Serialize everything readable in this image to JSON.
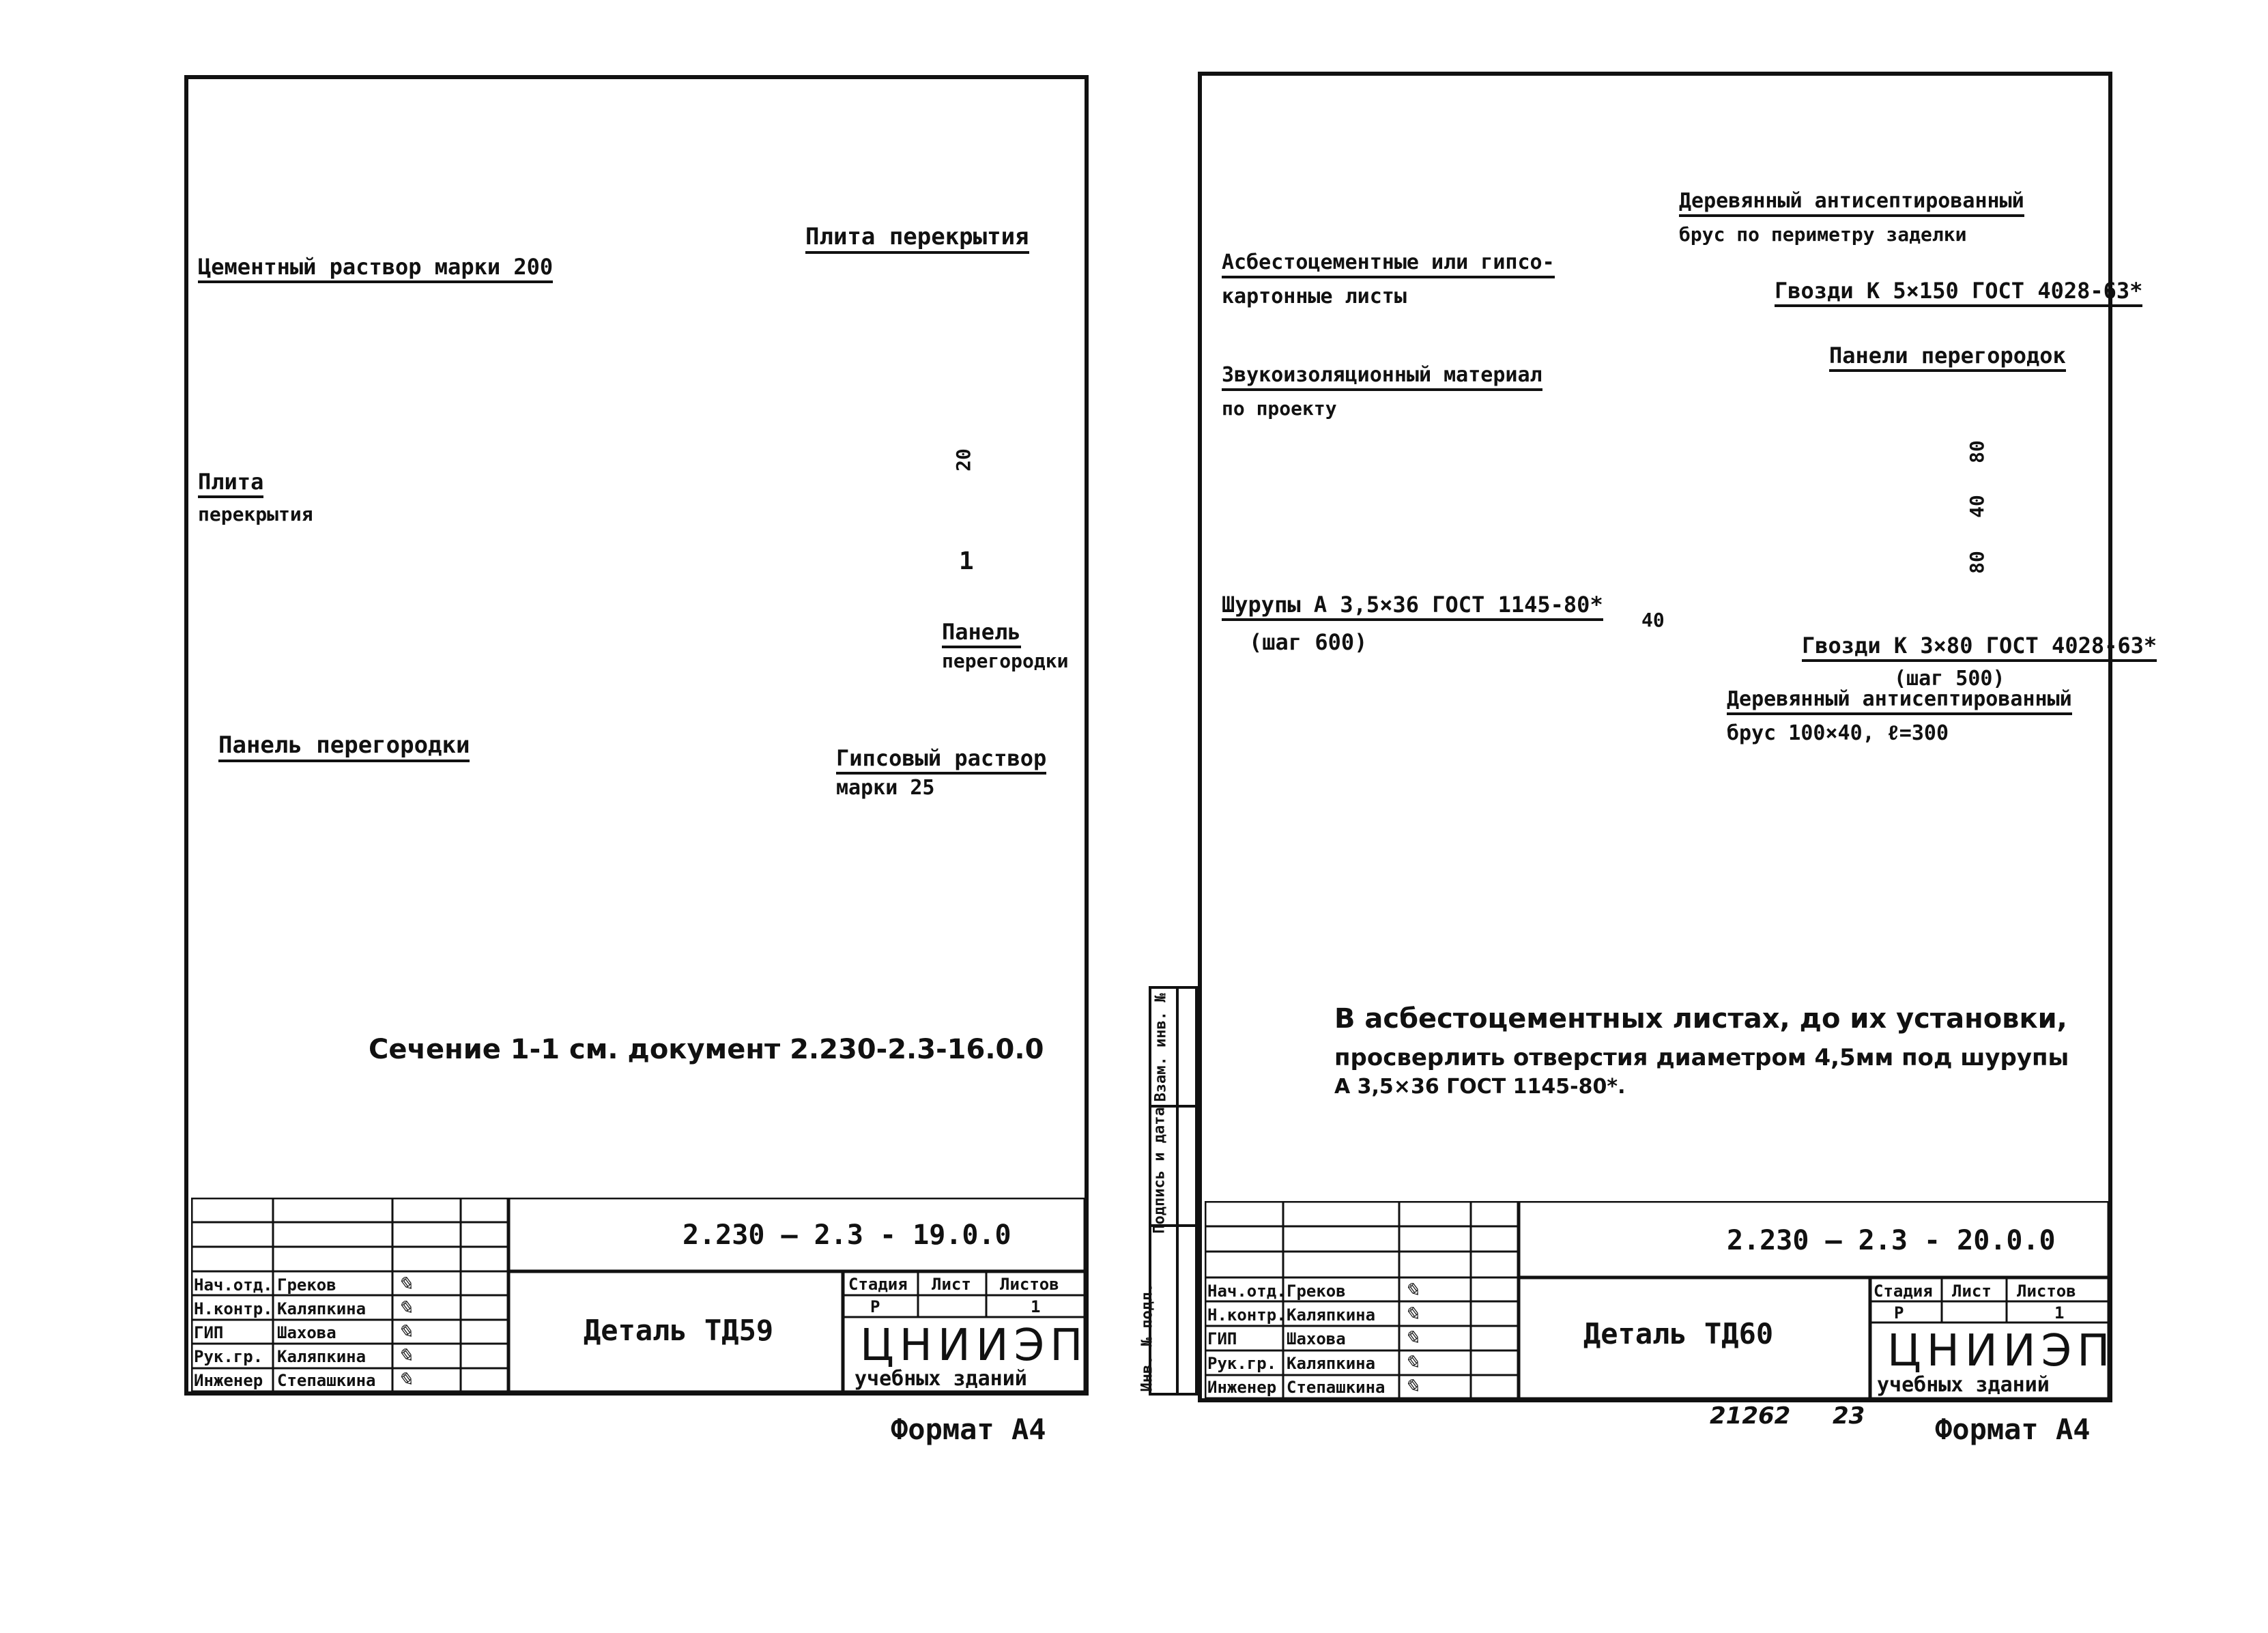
{
  "left": {
    "labels": {
      "cement_mortar": "Цементный раствор марки 200",
      "floor_slab_top": "Плита перекрытия",
      "floor_slab_left_1": "Плита",
      "floor_slab_left_2": "перекрытия",
      "dim_20": "20",
      "section_mark": "1",
      "partition_panel_right_1": "Панель",
      "partition_panel_right_2": "перегородки",
      "partition_panel_bottom": "Панель перегородки",
      "gypsum_mortar_1": "Гипсовый раствор",
      "gypsum_mortar_2": "марки 25"
    },
    "section_note": "Сечение 1-1 см. документ 2.230-2.3-16.0.0",
    "title_block": {
      "code": "2.230 — 2.3 - 19.0.0",
      "title": "Деталь ТД59",
      "stage_label": "Стадия",
      "sheet_label": "Лист",
      "sheets_label": "Листов",
      "stage": "Р",
      "sheets": "1",
      "org": "ЦНИИЭП",
      "org_sub": "учебных зданий",
      "roles": [
        "Нач.отд.",
        "Н.контр.",
        "ГИП",
        "Рук.гр.",
        "Инженер"
      ],
      "names": [
        "Греков",
        "Каляпкина",
        "Шахова",
        "Каляпкина",
        "Степашкина"
      ]
    },
    "format": "Формат А4"
  },
  "right": {
    "labels": {
      "wood_bar_1": "Деревянный антисептированный",
      "wood_bar_2": "брус по периметру заделки",
      "asbestos_1": "Асбестоцементные или гипсо-",
      "asbestos_2": "картонные листы",
      "nails_top": "Гвозди К 5×150 ГОСТ 4028-63*",
      "partition_panels": "Панели перегородок",
      "sound_1": "Звукоизоляционный материал",
      "sound_2": "по проекту",
      "screws_1": "Шурупы А 3,5×36 ГОСТ 1145-80*",
      "screws_2": "(шаг 600)",
      "dim_40": "40",
      "dim_80a": "80",
      "dim_40b": "40",
      "dim_80b": "80",
      "nails_bottom_1": "Гвозди К 3×80 ГОСТ 4028-63*",
      "nails_bottom_2": "(шаг 500)",
      "wood_bar2_1": "Деревянный антисептированный",
      "wood_bar2_2": "брус 100×40, ℓ=300"
    },
    "note": [
      "В асбестоцементных листах, до их установки,",
      "просверлить отверстия диаметром 4,5мм под шурупы",
      "А 3,5×36 ГОСТ 1145-80*."
    ],
    "side_stamp": [
      "Инв. № подл.",
      "Подпись и дата",
      "Взам. инв. №"
    ],
    "title_block": {
      "code": "2.230 — 2.3 - 20.0.0",
      "title": "Деталь ТД60",
      "stage_label": "Стадия",
      "sheet_label": "Лист",
      "sheets_label": "Листов",
      "stage": "Р",
      "sheets": "1",
      "org": "ЦНИИЭП",
      "org_sub": "учебных зданий",
      "roles": [
        "Нач.отд.",
        "Н.контр.",
        "ГИП",
        "Рук.гр.",
        "Инженер"
      ],
      "names": [
        "Греков",
        "Каляпкина",
        "Шахова",
        "Каляпкина",
        "Степашкина"
      ]
    },
    "bottom_numbers": [
      "21262",
      "23"
    ],
    "format": "Формат А4"
  }
}
